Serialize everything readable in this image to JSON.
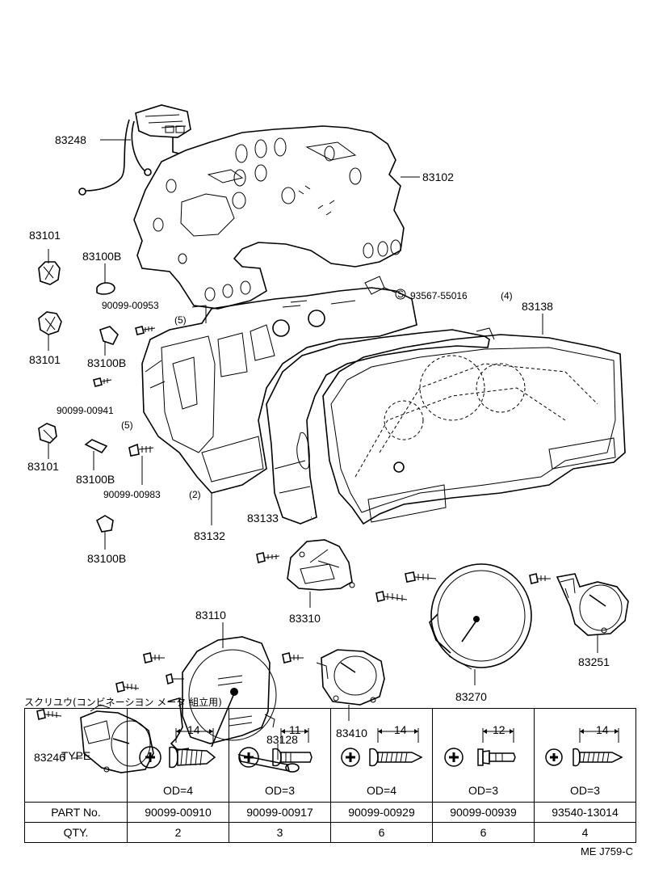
{
  "labels": {
    "l83248": "83248",
    "l83102": "83102",
    "l83101a": "83101",
    "l83100b_a": "83100B",
    "l90099_00953": "90099-00953",
    "l5a": "(5)",
    "l83101b": "83101",
    "l83100b_b": "83100B",
    "l90099_00941": "90099-00941",
    "l5b": "(5)",
    "l83101c": "83101",
    "l83100b_c": "83100B",
    "l90099_00983": "90099-00983",
    "l2": "(2)",
    "l83132": "83132",
    "l83100b_d": "83100B",
    "l93567": "93567-55016",
    "l4": "(4)",
    "l83138": "83138",
    "l83133": "83133",
    "l83310": "83310",
    "l83270": "83270",
    "l83251": "83251",
    "l83110": "83110",
    "l83410": "83410",
    "l83128": "83128",
    "l83246": "83246"
  },
  "screw_table": {
    "caption": "スクリユウ(コンビネーシヨン メータ 組立用)",
    "row_headers": {
      "type": "TYPE",
      "part": "PART No.",
      "qty": "QTY."
    },
    "columns": [
      {
        "dim": "14",
        "od": "OD=4",
        "part": "90099-00910",
        "qty": "2"
      },
      {
        "dim": "11",
        "od": "OD=3",
        "part": "90099-00917",
        "qty": "3"
      },
      {
        "dim": "14",
        "od": "OD=4",
        "part": "90099-00929",
        "qty": "6"
      },
      {
        "dim": "12",
        "od": "OD=3",
        "part": "90099-00939",
        "qty": "6"
      },
      {
        "dim": "14",
        "od": "OD=3",
        "part": "93540-13014",
        "qty": "4"
      }
    ]
  },
  "footer_code": "ME J759-C"
}
